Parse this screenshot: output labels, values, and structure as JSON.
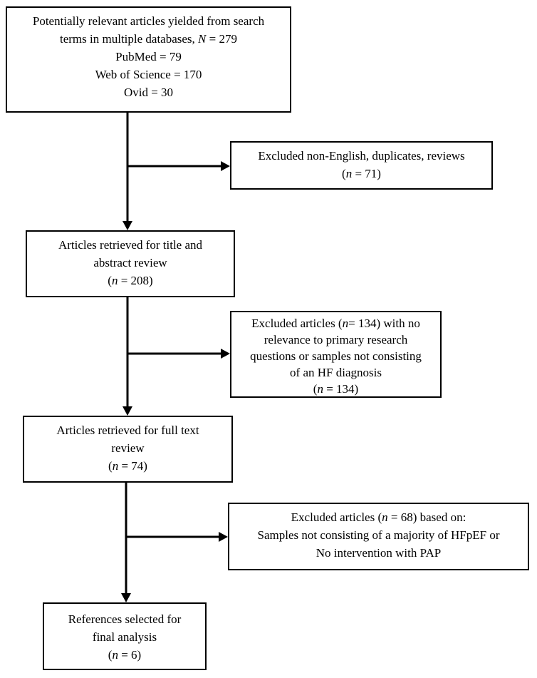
{
  "colors": {
    "background": "#ffffff",
    "box_border": "#000000",
    "arrow": "#000000",
    "text": "#000000"
  },
  "boxes": {
    "search": {
      "line1": "Potentially relevant articles yielded from search",
      "line2a": "terms in multiple databases, ",
      "line2b": "N",
      "line2c": " = 279",
      "line3": "PubMed = 79",
      "line4": "Web of Science = 170",
      "line5": "Ovid = 30"
    },
    "excluded_initial": {
      "line1": "Excluded non-English, duplicates, reviews",
      "line2a": "(",
      "line2b": "n",
      "line2c": " = 71)"
    },
    "title_abstract": {
      "line1": "Articles retrieved for title and",
      "line2": "abstract review",
      "line3a": "(",
      "line3b": "n",
      "line3c": " = 208)"
    },
    "excluded_title_review": {
      "line1a": "Excluded articles (",
      "line1b": "n",
      "line1c": "= 134) with no",
      "line2": "relevance to primary research",
      "line3": "questions or samples not consisting",
      "line4": "of an HF diagnosis",
      "line5a": "(",
      "line5b": "n",
      "line5c": " = 134)"
    },
    "full_text": {
      "line1": "Articles retrieved for full text",
      "line2": "review",
      "line3a": "(",
      "line3b": "n",
      "line3c": " = 74)"
    },
    "excluded_full_text": {
      "line1a": "Excluded articles (",
      "line1b": "n",
      "line1c": " = 68) based on:",
      "line2": "Samples not consisting of a majority of HFpEF or",
      "line3": "No intervention with PAP"
    },
    "final_analysis": {
      "line1": "References selected for",
      "line2": "final analysis",
      "line3a": "(",
      "line3b": "n",
      "line3c": " = 6)"
    }
  }
}
